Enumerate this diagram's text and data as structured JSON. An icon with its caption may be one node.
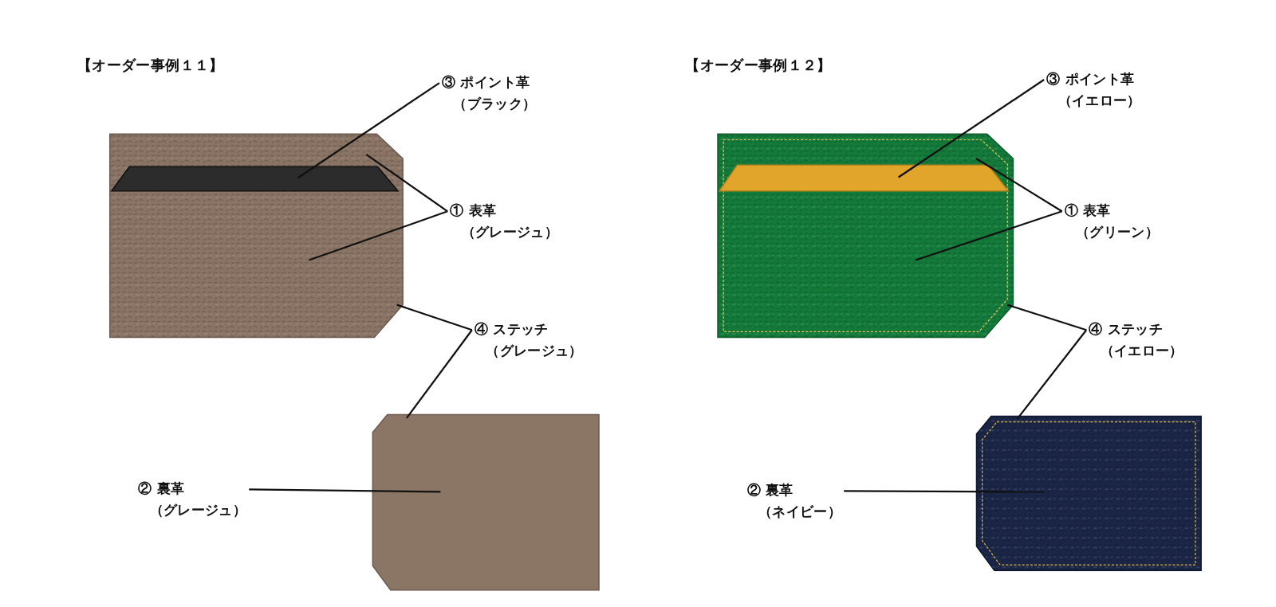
{
  "diagram": {
    "nodes": [
      {
        "text": [],
        "shape": "picture"
      },
      {
        "text": [],
        "shape": "box",
        "in": 0
      },
      {
        "text": [],
        "shape": "box"
      },
      {
        "text": [
          "③ ポイント革",
          "（ブラック）"
        ]
      },
      {
        "text": [
          "① 表革",
          "（グレージュ）"
        ]
      },
      {
        "text": [
          "④ ステッチ",
          "（グレージュ）"
        ]
      },
      {
        "text": [
          "② 裏革",
          "（グレージュ）"
        ]
      },
      {
        "text": [],
        "shape": "picture"
      },
      {
        "text": [],
        "shape": "box",
        "in": 7
      },
      {
        "text": [],
        "shape": "picture"
      },
      {
        "text": [
          "③ ポイント革",
          "（イエロー）"
        ]
      },
      {
        "text": [
          "① 表革",
          "（グリーン）"
        ]
      },
      {
        "text": [
          "④ ステッチ",
          "（イエロー）"
        ]
      },
      {
        "text": [
          "② 裏革",
          "（ネイビー）"
        ]
      }
    ],
    "edges": [
      {
        "from": 3,
        "to": 1,
        "arrow": "none"
      },
      {
        "from": 4,
        "to": 0,
        "arrow": "none"
      },
      {
        "from": 4,
        "to": 0,
        "arrow": "none"
      },
      {
        "from": 5,
        "to": 0,
        "arrow": "none"
      },
      {
        "from": 5,
        "to": 2,
        "arrow": "none"
      },
      {
        "from": 6,
        "to": 2,
        "arrow": "none"
      },
      {
        "from": 10,
        "to": 8,
        "arrow": "none"
      },
      {
        "from": 11,
        "to": 7,
        "arrow": "none"
      },
      {
        "from": 11,
        "to": 7,
        "arrow": "none"
      },
      {
        "from": 12,
        "to": 7,
        "arrow": "none"
      },
      {
        "from": 12,
        "to": 9,
        "arrow": "none"
      },
      {
        "from": 13,
        "to": 9,
        "arrow": "none"
      }
    ],
    "labels": [
      "【オーダー事例１１】",
      "【オーダー事例１２】"
    ]
  }
}
